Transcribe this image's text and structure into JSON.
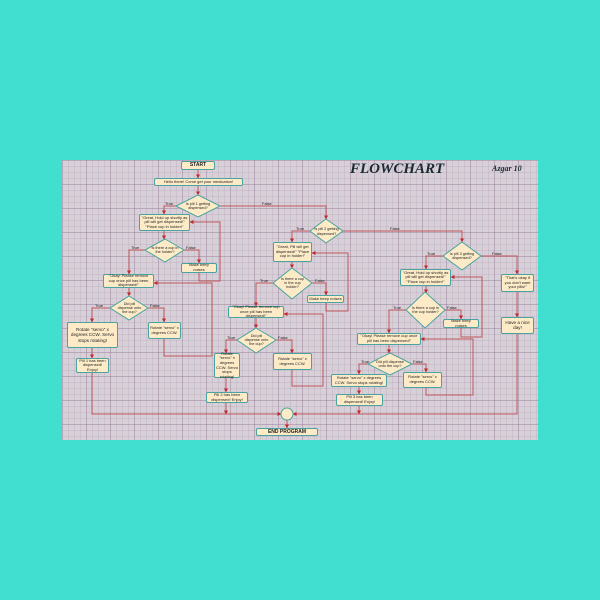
{
  "title": "FLOWCHART",
  "author": "Azgar 10",
  "nodes": {
    "start": "START",
    "hello": "Hello there! Come get your medication!",
    "pill1_q": "Is pill 1 getting dispensed?",
    "pill1_great": "\"Great, Hold up shortly as pill will get dispensed!\" \"Place cup in holder!\"",
    "cup1_q": "Is there a cup in the holder?",
    "beep1": "Make beep noises",
    "okay1": "\"Okay! Please remove cup once pill has been dispensed!\"",
    "disp1_q": "Did pill dispense onto the cup?",
    "rot1_true": "Rotate \"servo\" x degrees CCW. Servo stops rotating!",
    "rot1_false": "Rotate \"servo\" x degrees CCW.",
    "done1": "Pill 1 has been dispensed! Enjoy!",
    "pill2_q": "Is pill 2 getting dispensed?",
    "pill2_great": "\"Great, Pill will get dispensed!\" \"Place cup in holder!\"",
    "cup2_q": "Is there a cup in the cup holder?",
    "beep2": "Make beep noises",
    "okay2": "\"Okay! Please remove cup once pill has been dispensed!\"",
    "disp2_q": "Did pill dispense onto the cup?",
    "rot2_true": "Rotate \"servo\" x degrees CCW. Servo stops rotating!",
    "rot2_false": "Rotate \"servo\" x degrees CCW.",
    "done2": "Pill 2 has been dispensed! Enjoy!",
    "pill3_q": "Is pill 3 getting dispensed?",
    "pill3_great": "\"Great, Hold up shortly as pill will get dispensed!\" \"Place cup in holder!\"",
    "cup3_q": "Is there a cup in the cup holder?",
    "beep3": "Make beep noises",
    "okay3": "\"Okay! Please remove cup once pill has been dispensed!\"",
    "disp3_q": "Did pill dispense onto the cup?",
    "rot3_true": "Rotate \"servo\" x degrees CCW. Servo stops rotating!",
    "rot3_false": "Rotate \"servo\" x degrees CCW.",
    "done3": "Pill 3 has been dispensed! Enjoy!",
    "thats_okay": "\"That's okay if you don't want your pills!\"",
    "nice_day": "Have a nice day!",
    "end": "END PROGRAM"
  },
  "labels": {
    "true": "True",
    "false": "False"
  },
  "colors": {
    "background": "#40dfcf",
    "canvas": "#d8d0d8",
    "node_fill": "#fdebc8",
    "node_border": "#4aa3a0",
    "edge": "#c0585c"
  }
}
